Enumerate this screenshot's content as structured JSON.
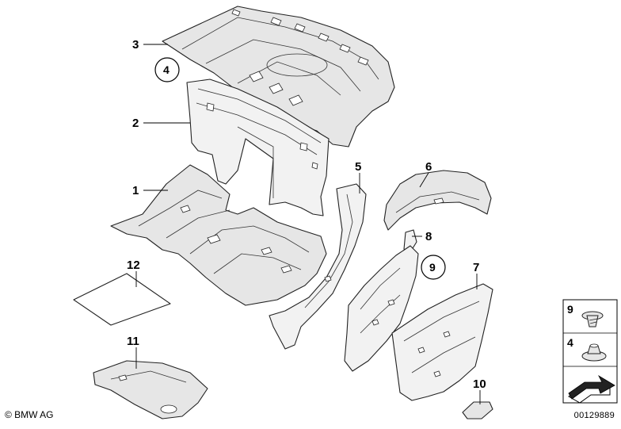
{
  "parts": [
    {
      "key": "p1",
      "label": "1"
    },
    {
      "key": "p2",
      "label": "2"
    },
    {
      "key": "p3",
      "label": "3"
    },
    {
      "key": "p5",
      "label": "5"
    },
    {
      "key": "p6",
      "label": "6"
    },
    {
      "key": "p7",
      "label": "7"
    },
    {
      "key": "p8",
      "label": "8"
    },
    {
      "key": "p10",
      "label": "10"
    },
    {
      "key": "p11",
      "label": "11"
    },
    {
      "key": "p12",
      "label": "12"
    }
  ],
  "circled_refs": [
    {
      "key": "c4",
      "label": "4"
    },
    {
      "key": "c9",
      "label": "9"
    }
  ],
  "legend": {
    "items": [
      {
        "key": "l9",
        "label": "9",
        "icon": "screw-icon"
      },
      {
        "key": "l4",
        "label": "4",
        "icon": "nut-icon"
      }
    ],
    "footer_icon": "arrow-sheet-icon"
  },
  "copyright": "© BMW AG",
  "diagram_id": "00129889"
}
